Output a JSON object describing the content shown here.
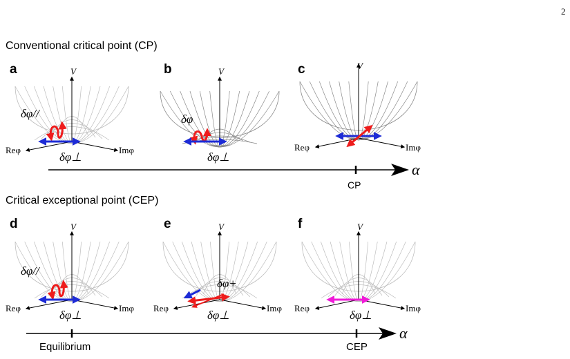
{
  "page_number": "2",
  "rows": [
    {
      "title": "Conventional critical point (CP)",
      "axis_symbol": "α",
      "axis_tick_labels": [
        "CP"
      ],
      "panels": [
        {
          "letter": "a",
          "v_label": "V",
          "re_label": "Reφ",
          "im_label": "Imφ",
          "mode_labels": [
            "δφ//",
            "δφ⊥"
          ],
          "well": "double",
          "arrows": [
            "red",
            "blue"
          ]
        },
        {
          "letter": "b",
          "v_label": "V",
          "re_label": "",
          "im_label": "",
          "mode_labels": [
            "δφ",
            "δφ⊥"
          ],
          "well": "shallow",
          "arrows": [
            "red",
            "blue"
          ]
        },
        {
          "letter": "c",
          "v_label": "V",
          "re_label": "Reφ",
          "im_label": "Imφ",
          "mode_labels": [],
          "well": "single",
          "arrows": [
            "red",
            "blue"
          ]
        }
      ]
    },
    {
      "title": "Critical exceptional point (CEP)",
      "axis_symbol": "α",
      "axis_tick_labels": [
        "Equilibrium",
        "CEP"
      ],
      "panels": [
        {
          "letter": "d",
          "v_label": "V",
          "re_label": "Reφ",
          "im_label": "Imφ",
          "mode_labels": [
            "δφ//",
            "δφ⊥"
          ],
          "well": "double",
          "arrows": [
            "red",
            "blue"
          ]
        },
        {
          "letter": "e",
          "v_label": "V",
          "re_label": "Reφ",
          "im_label": "Imφ",
          "mode_labels": [
            "δφ+",
            "δφ⊥"
          ],
          "well": "double",
          "arrows": [
            "red",
            "blue"
          ]
        },
        {
          "letter": "f",
          "v_label": "V",
          "re_label": "Reφ",
          "im_label": "Imφ",
          "mode_labels": [
            "δφ⊥"
          ],
          "well": "double",
          "arrows": [
            "magenta"
          ]
        }
      ]
    }
  ],
  "colors": {
    "mesh": "#bdbdbd",
    "mesh_dark": "#8a8a8a",
    "red": "#ee1c1c",
    "blue": "#1d2bd6",
    "magenta": "#f01bd8",
    "ink": "#000000"
  }
}
